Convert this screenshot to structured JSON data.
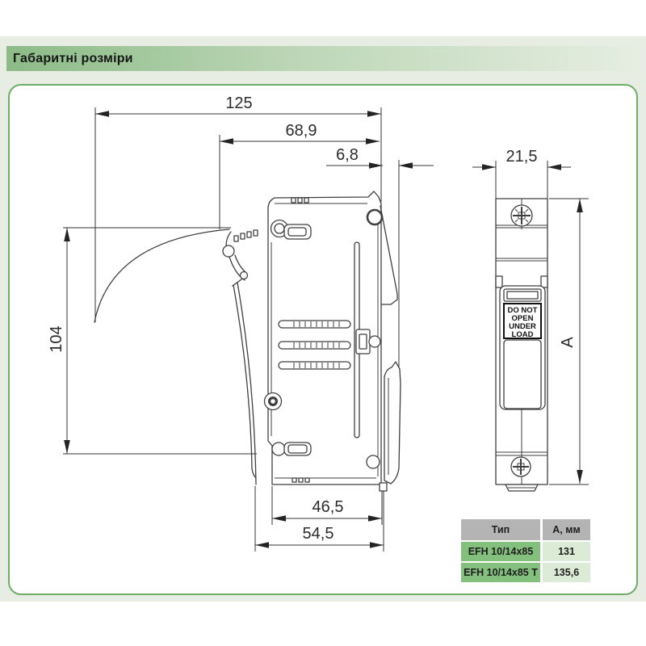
{
  "page": {
    "title": "Габаритні розміри"
  },
  "colors": {
    "page_background": "#e7ede3",
    "header_gradient_start": "#8cbb87",
    "header_gradient_end": "#e6eee2",
    "panel_border": "#6fac68",
    "table_header_bg": "#b4b4b4",
    "table_type_bg": "#84c07d",
    "table_value_bg": "#dcebd5",
    "line_color": "#3f3f3f"
  },
  "left_view": {
    "dims": {
      "overall_width": "125",
      "body_width": "68,9",
      "rail_offset": "6,8",
      "height": "104",
      "base_width": "46,5",
      "overall_depth": "54,5"
    }
  },
  "front_view": {
    "dims": {
      "width": "21,5",
      "height": "A"
    },
    "warning_label": [
      "DO NOT",
      "OPEN",
      "UNDER",
      "LOAD"
    ]
  },
  "table": {
    "col_headers": [
      "Тип",
      "А, мм"
    ],
    "rows": [
      [
        "EFH 10/14x85",
        "131"
      ],
      [
        "EFH 10/14x85 T",
        "135,6"
      ]
    ]
  }
}
